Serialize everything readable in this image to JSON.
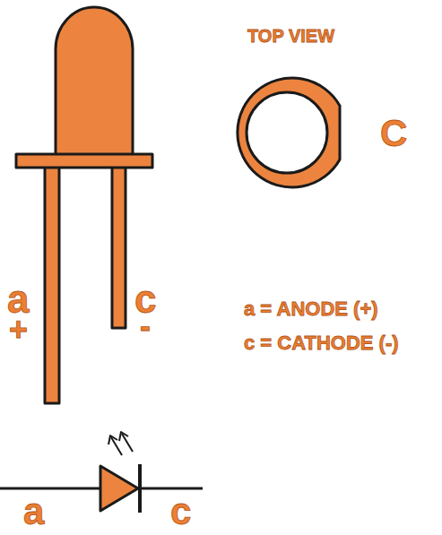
{
  "diagram": {
    "labels": [
      "TOP VIEW",
      "C",
      "a",
      "+",
      "c",
      "-",
      "a = ANODE (+)",
      "c = CATHODE (-)",
      "a",
      "c"
    ]
  }
}
